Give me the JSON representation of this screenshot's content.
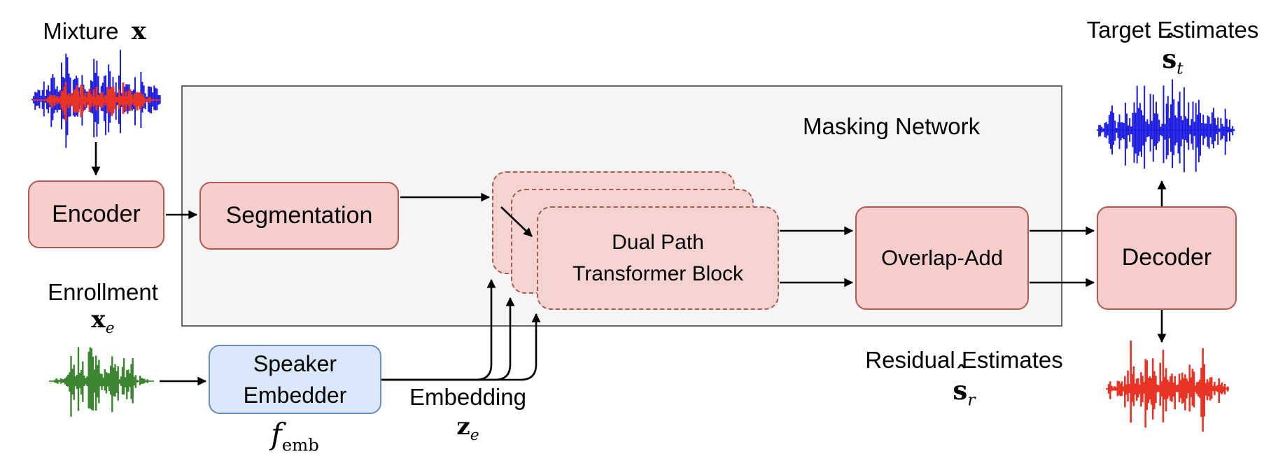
{
  "colors": {
    "box_pink_fill": "#f8cecc",
    "box_pink_border": "#b05a52",
    "box_blue_fill": "#dae8fc",
    "box_blue_border": "#6c8ebf",
    "container_fill": "#f5f5f5",
    "container_border": "#666666",
    "arrow": "#000000",
    "waveform_blue": "#1c1ce0",
    "waveform_red": "#e93325",
    "waveform_green": "#3c8531"
  },
  "mixture": {
    "label": "Mixture",
    "symbol": "x"
  },
  "enrollment": {
    "label": "Enrollment",
    "base": "x",
    "sub": "e"
  },
  "encoder": {
    "label": "Encoder"
  },
  "segmentation": {
    "label": "Segmentation"
  },
  "masking_network": {
    "label": "Masking Network"
  },
  "dual_path": {
    "line1": "Dual Path",
    "line2": "Transformer Block"
  },
  "overlap_add": {
    "label": "Overlap-Add"
  },
  "decoder": {
    "label": "Decoder"
  },
  "speaker_embedder": {
    "line1": "Speaker",
    "line2": "Embedder",
    "fn_base": "f",
    "fn_sub": "emb"
  },
  "embedding": {
    "label": "Embedding",
    "base": "z",
    "sub": "e"
  },
  "target": {
    "label": "Target Estimates",
    "hat": "ˆ",
    "base": "s",
    "sub": "t"
  },
  "residual": {
    "label": "Residual Estimates",
    "hat": "ˆ",
    "base": "s",
    "sub": "r"
  }
}
